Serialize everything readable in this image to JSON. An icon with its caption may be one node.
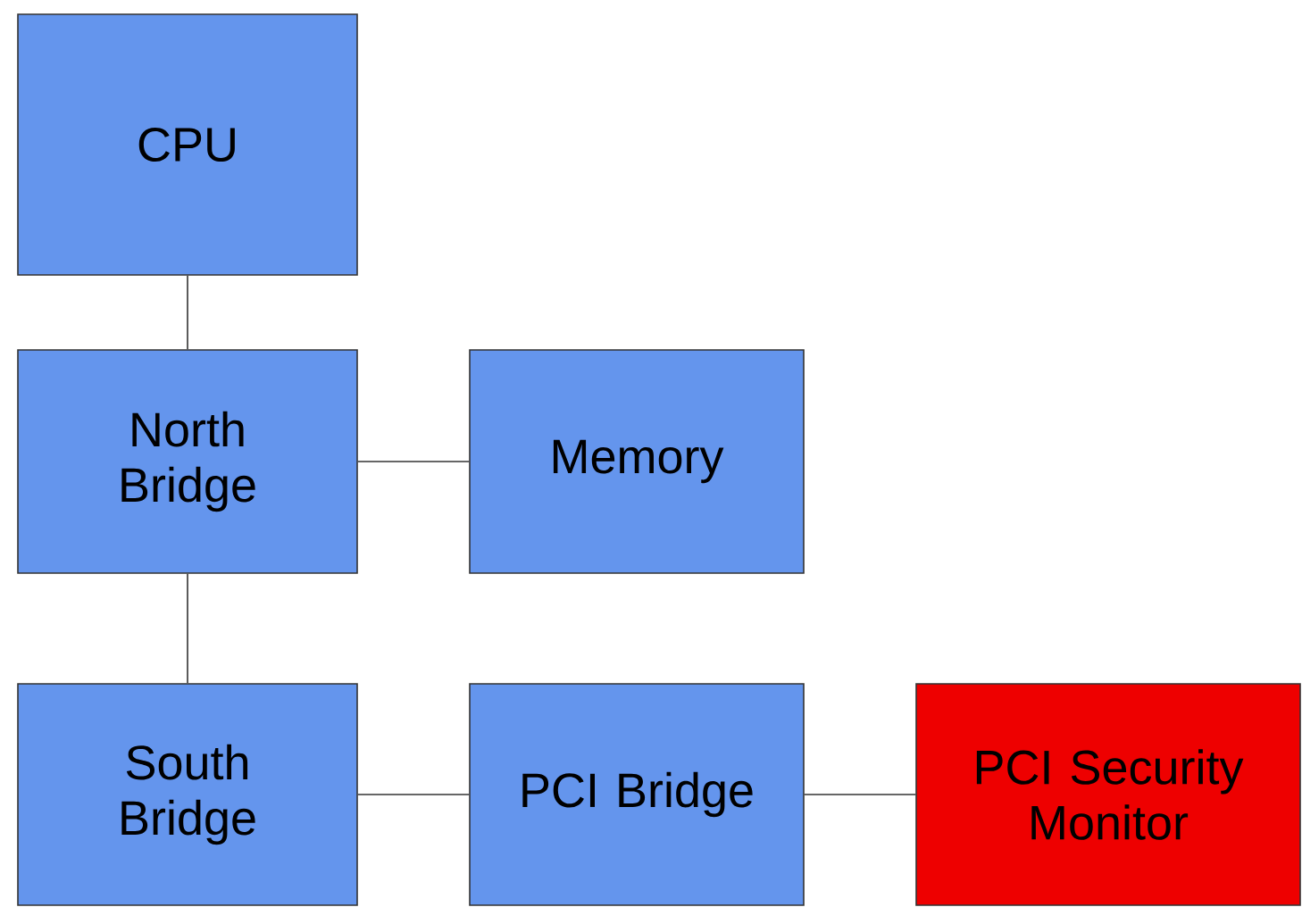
{
  "diagram": {
    "nodes": [
      {
        "text": [
          "CPU"
        ]
      },
      {
        "text": [
          "North Bridge"
        ]
      },
      {
        "text": [
          "Memory"
        ]
      },
      {
        "text": [
          "South Bridge"
        ]
      },
      {
        "text": [
          "PCI Bridge"
        ]
      },
      {
        "text": [
          "PCI Security Monitor"
        ]
      }
    ],
    "edges": [
      {
        "from": 0,
        "to": 1,
        "arrow": "none"
      },
      {
        "from": 1,
        "to": 2,
        "arrow": "none"
      },
      {
        "from": 1,
        "to": 3,
        "arrow": "none"
      },
      {
        "from": 3,
        "to": 4,
        "arrow": "none"
      },
      {
        "from": 4,
        "to": 5,
        "arrow": "none"
      }
    ]
  }
}
